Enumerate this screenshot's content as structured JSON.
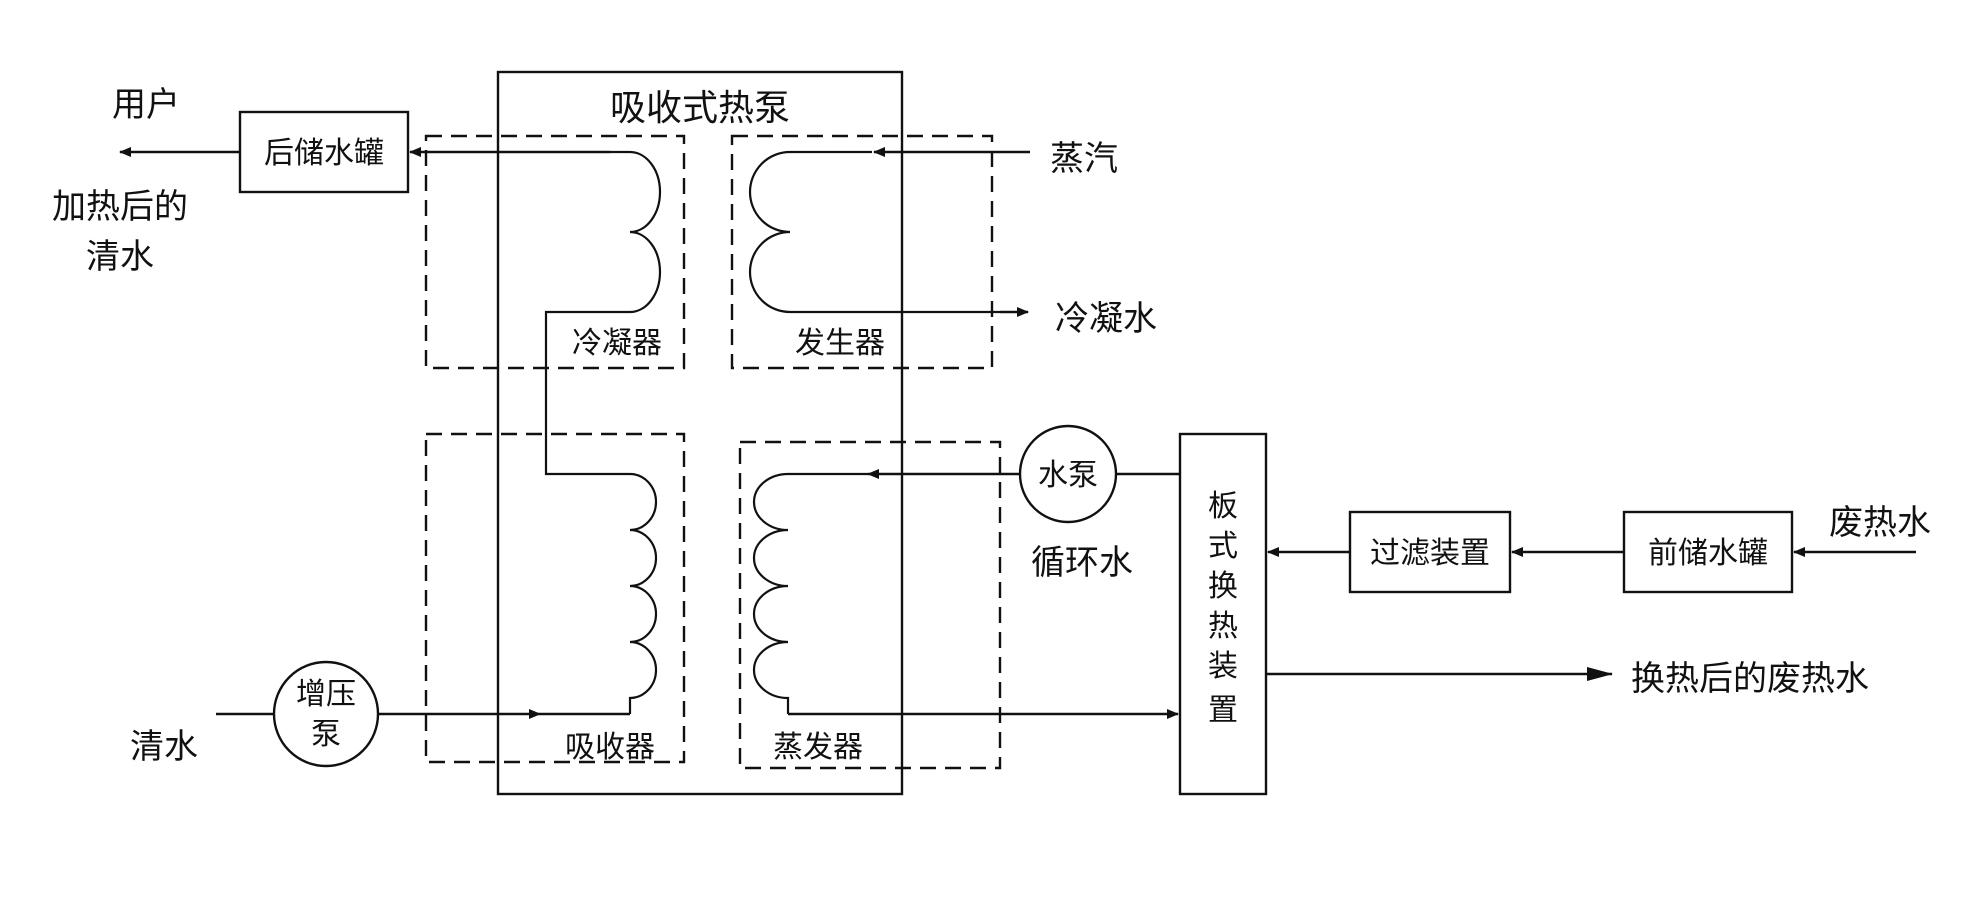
{
  "diagram": {
    "heat_pump_title": "吸收式热泵",
    "components": {
      "condenser": "冷凝器",
      "generator": "发生器",
      "absorber": "吸收器",
      "evaporator": "蒸发器",
      "rear_tank": "后储水罐",
      "front_tank": "前储水罐",
      "filter": "过滤装置",
      "plate_exchanger": [
        "板",
        "式",
        "换",
        "热",
        "装",
        "置"
      ],
      "water_pump": "水泵",
      "booster_pump": [
        "增压",
        "泵"
      ]
    },
    "labels": {
      "user": "用户",
      "heated_clean_water": [
        "加热后的",
        "清水"
      ],
      "steam": "蒸汽",
      "condensate": "冷凝水",
      "circulating_water": "循环水",
      "waste_hot_water": "废热水",
      "waste_water_after_exchange": "换热后的废热水",
      "clean_water": "清水"
    }
  }
}
